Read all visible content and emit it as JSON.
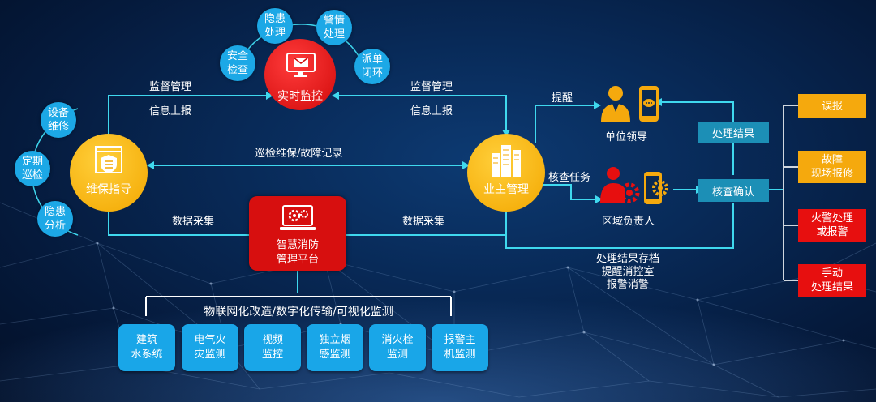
{
  "center": {
    "realtime": "实时监控",
    "maintenance": "维保指导",
    "owner": "业主管理",
    "platform_line1": "智慧消防",
    "platform_line2": "管理平台"
  },
  "top_bubbles": [
    {
      "line1": "隐患",
      "line2": "处理"
    },
    {
      "line1": "警情",
      "line2": "处理"
    },
    {
      "line1": "安全",
      "line2": "检查"
    },
    {
      "line1": "派单",
      "line2": "闭环"
    }
  ],
  "left_bubbles": [
    {
      "line1": "设备",
      "line2": "维修"
    },
    {
      "line1": "定期",
      "line2": "巡检"
    },
    {
      "line1": "隐患",
      "line2": "分析"
    }
  ],
  "labels": {
    "supervise_left": "监督管理",
    "report_left": "信息上报",
    "supervise_right": "监督管理",
    "report_right": "信息上报",
    "patrol": "巡检维保/故障记录",
    "collect_left": "数据采集",
    "collect_right": "数据采集",
    "remind": "提醒",
    "check_task": "核查任务",
    "archive_line1": "处理结果存档",
    "archive_line2": "提醒消控室",
    "archive_line3": "报警消警"
  },
  "people": {
    "leader": "单位领导",
    "region": "区域负责人"
  },
  "mid_boxes": {
    "result": "处理结果",
    "confirm": "核查确认"
  },
  "right_boxes": [
    {
      "line1": "误报",
      "line2": ""
    },
    {
      "line1": "故障",
      "line2": "现场报修"
    },
    {
      "line1": "火警处理",
      "line2": "或报警"
    },
    {
      "line1": "手动",
      "line2": "处理结果"
    }
  ],
  "iot_title": "物联网化改造/数字化传输/可视化监测",
  "bottom_boxes": [
    {
      "line1": "建筑",
      "line2": "水系统"
    },
    {
      "line1": "电气火",
      "line2": "灾监测"
    },
    {
      "line1": "视频",
      "line2": "监控"
    },
    {
      "line1": "独立烟",
      "line2": "感监测"
    },
    {
      "line1": "消火栓",
      "line2": "监测"
    },
    {
      "line1": "报警主",
      "line2": "机监测"
    }
  ],
  "colors": {
    "accent_cyan": "#1ca8e6",
    "line_cyan": "#3fd8ee",
    "yellow": "#f5a90d",
    "red": "#e70f0f",
    "background": "#082a58"
  },
  "icons": [
    "monitor-mail-icon",
    "shield-window-icon",
    "buildings-icon",
    "laptop-gear-icon",
    "person-icon",
    "phone-chat-icon",
    "gear-person-icon",
    "phone-gear-icon"
  ]
}
